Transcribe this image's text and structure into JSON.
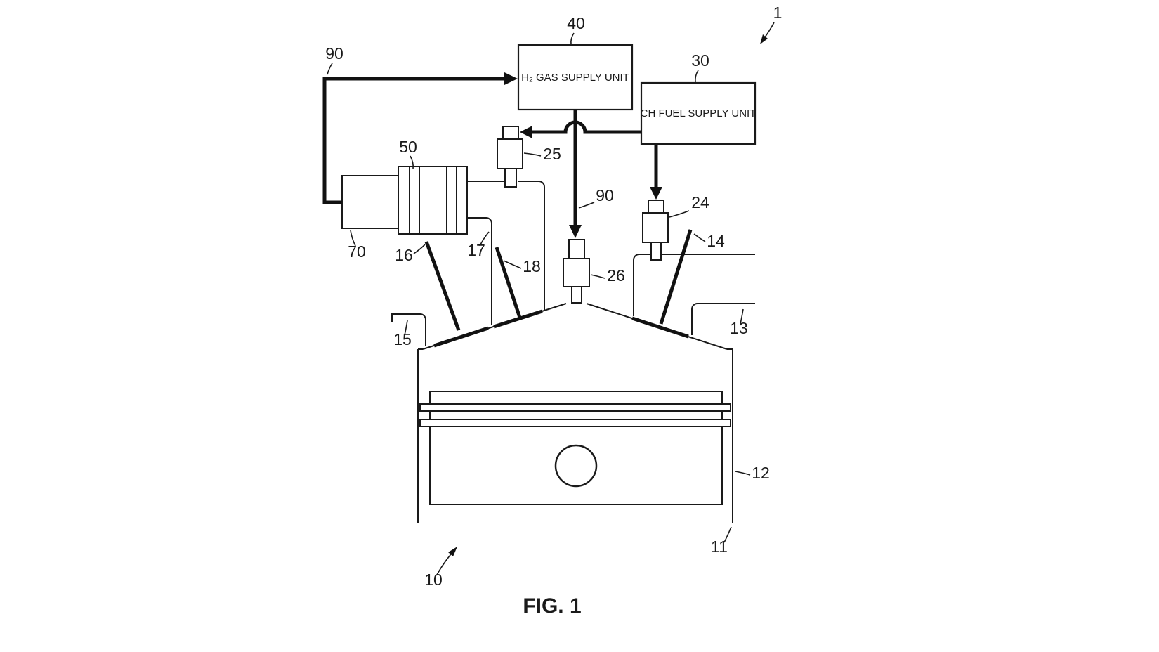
{
  "figure": {
    "caption": "FIG. 1",
    "background": "#ffffff",
    "line_color": "#1a1a1a"
  },
  "blocks": {
    "h2_gas_supply_unit": {
      "label": "H₂ GAS SUPPLY UNIT",
      "ref": "40"
    },
    "ch_fuel_supply_unit": {
      "label": "CH FUEL SUPPLY UNIT",
      "ref": "30"
    }
  },
  "ref_labels": {
    "r1": "1",
    "r10": "10",
    "r11": "11",
    "r12": "12",
    "r13": "13",
    "r14": "14",
    "r15": "15",
    "r16": "16",
    "r17": "17",
    "r18": "18",
    "r24": "24",
    "r25": "25",
    "r26": "26",
    "r50": "50",
    "r70": "70",
    "r90_left": "90",
    "r90_center": "90"
  }
}
